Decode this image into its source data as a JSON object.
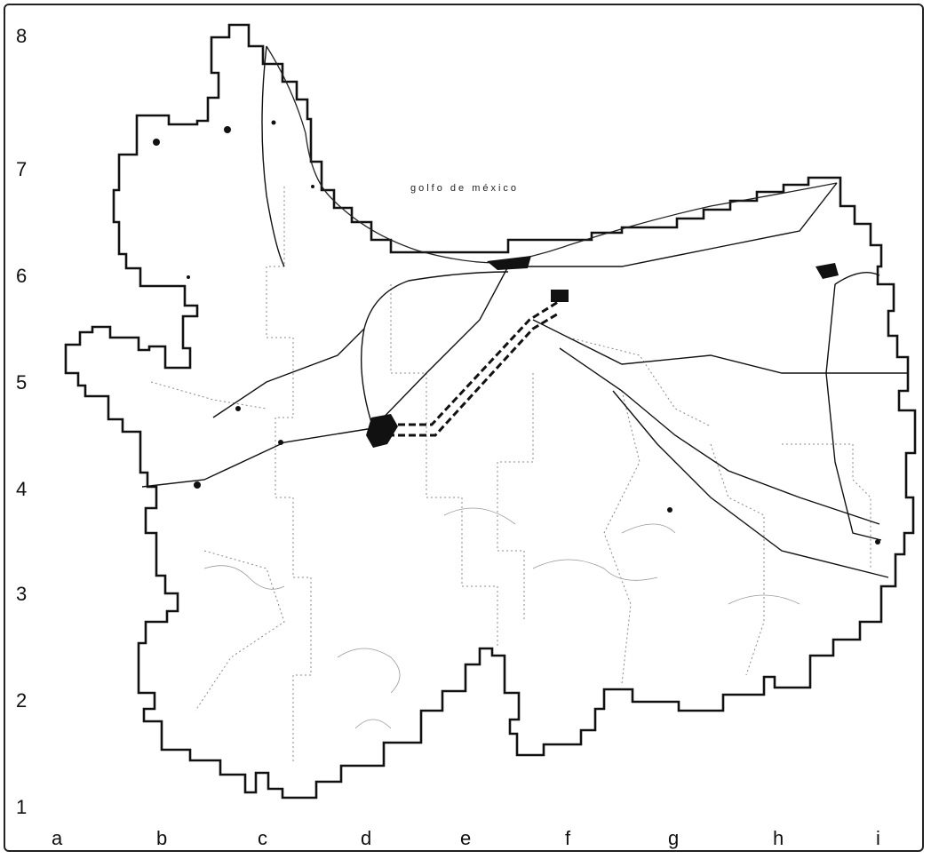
{
  "map": {
    "caption": "golfo de méxico",
    "row_labels": [
      "8",
      "7",
      "6",
      "5",
      "4",
      "3",
      "2",
      "1"
    ],
    "column_labels": [
      "a",
      "b",
      "c",
      "d",
      "e",
      "f",
      "g",
      "h",
      "i"
    ],
    "colors": {
      "ink": "#111111",
      "boundary": "#111111",
      "dotted": "#888888",
      "background": "#ffffff"
    }
  }
}
